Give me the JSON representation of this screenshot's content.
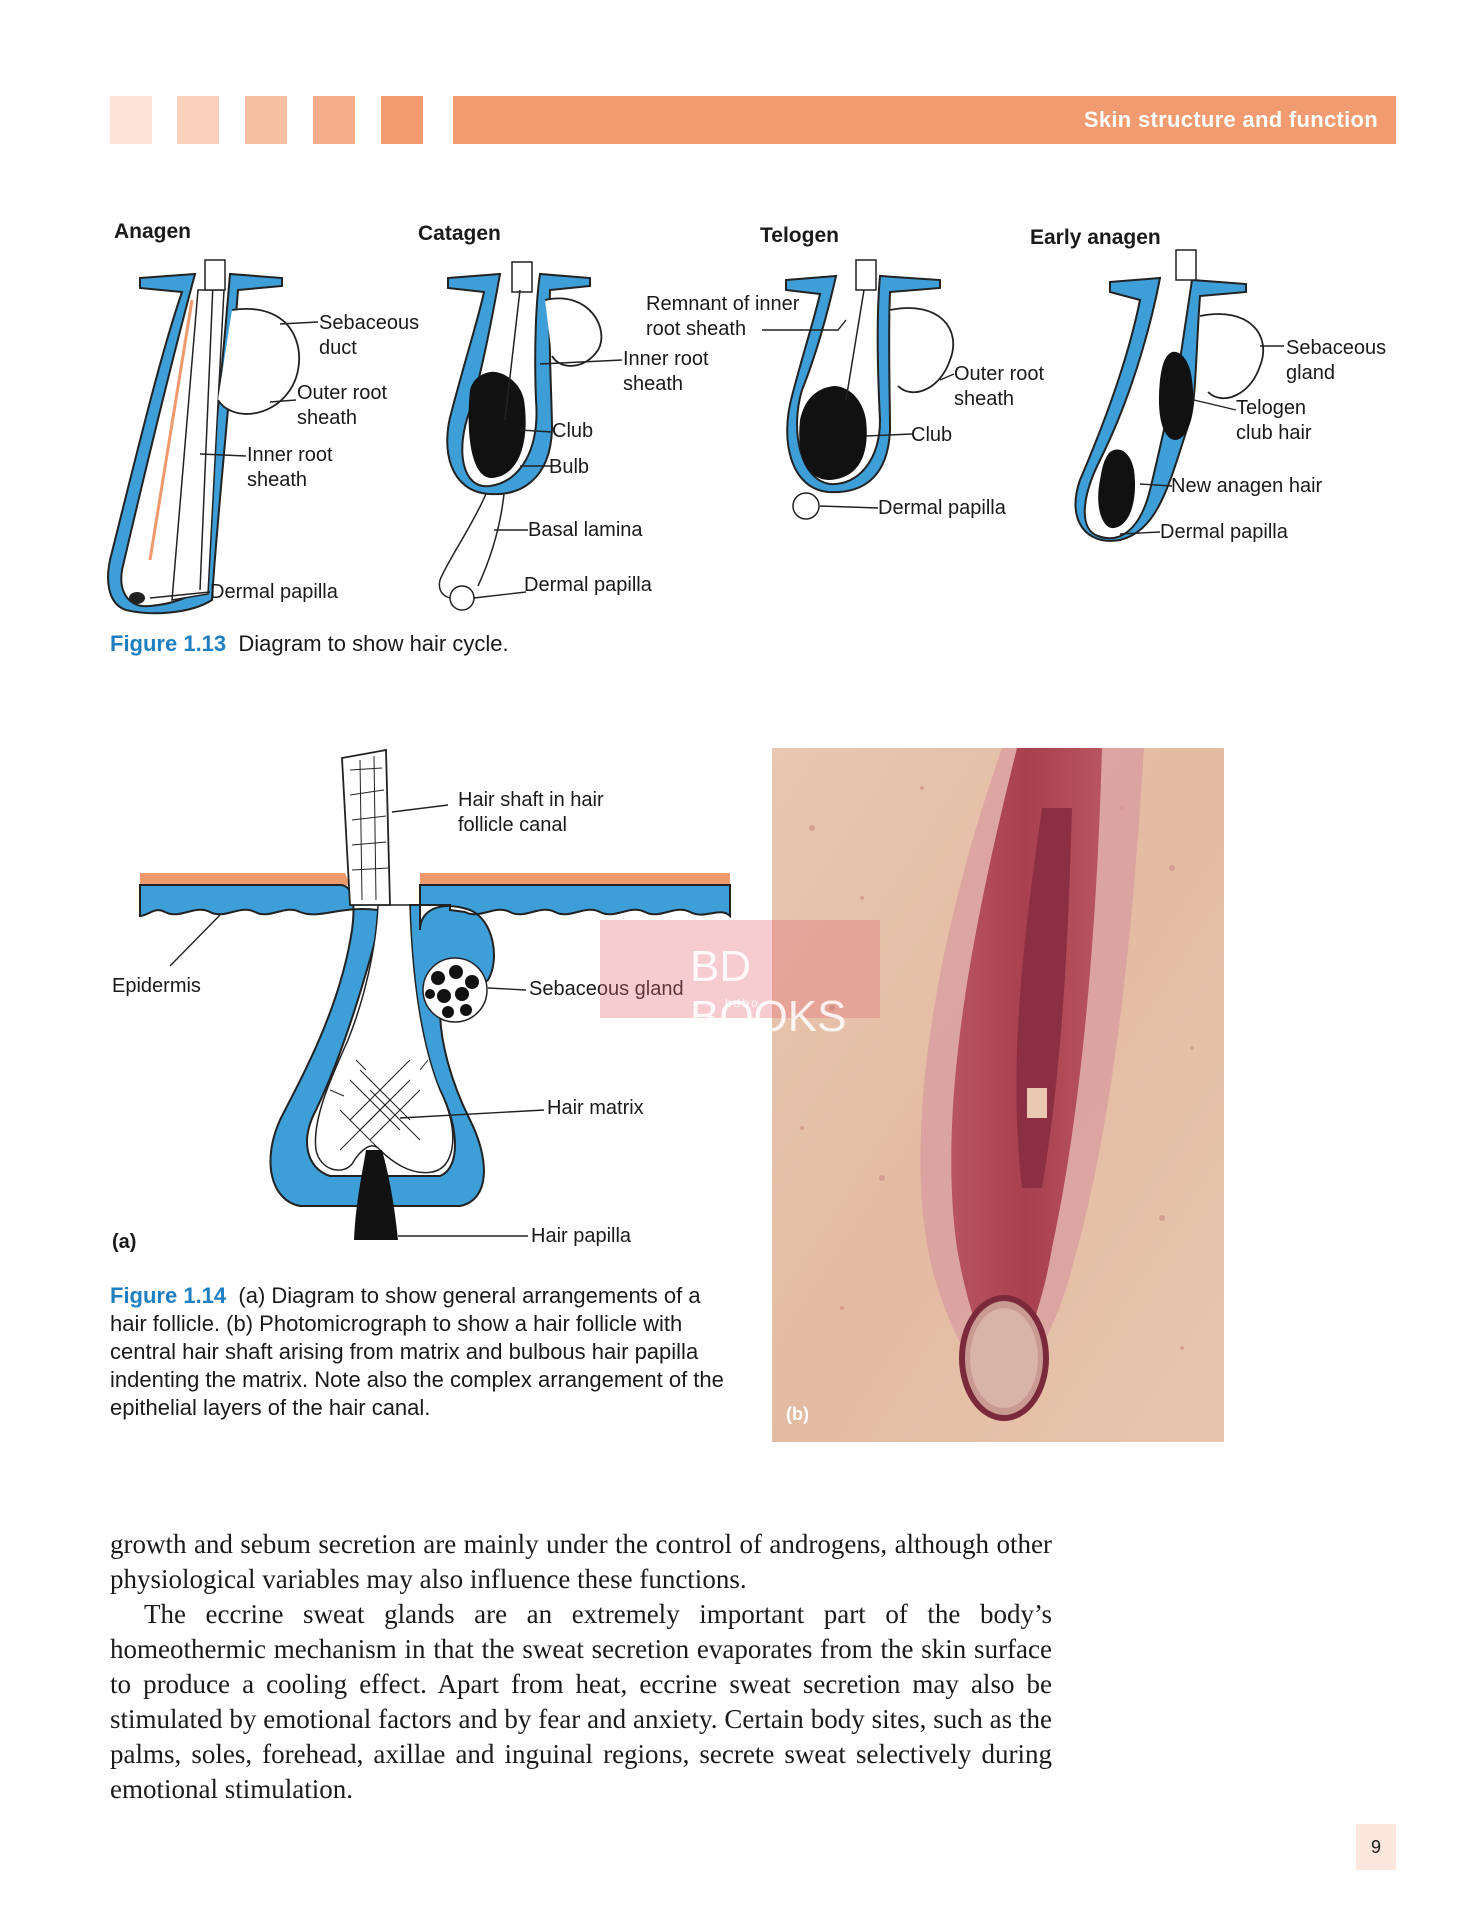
{
  "header": {
    "title": "Skin structure and function",
    "squares": [
      "#fde3d6",
      "#fbd1bc",
      "#f8c0a3",
      "#f5ad8b",
      "#f29a70"
    ],
    "bar_color": "#f29a70"
  },
  "figure_1_13": {
    "stages": {
      "anagen": "Anagen",
      "catagen": "Catagen",
      "telogen": "Telogen",
      "early_anagen": "Early anagen"
    },
    "labels": {
      "sebaceous_duct_1": "Sebaceous",
      "sebaceous_duct_2": "duct",
      "outer_root_a_1": "Outer root",
      "outer_root_a_2": "sheath",
      "inner_root_a_1": "Inner root",
      "inner_root_a_2": "sheath",
      "dermal_papilla_a": "Dermal papilla",
      "inner_root_c_1": "Inner root",
      "inner_root_c_2": "sheath",
      "club_c": "Club",
      "bulb_c": "Bulb",
      "basal_lamina": "Basal lamina",
      "dermal_papilla_c": "Dermal papilla",
      "remnant_1": "Remnant of inner",
      "remnant_2": "root sheath",
      "outer_root_t_1": "Outer root",
      "outer_root_t_2": "sheath",
      "club_t": "Club",
      "dermal_papilla_t": "Dermal papilla",
      "sebaceous_gland_e_1": "Sebaceous",
      "sebaceous_gland_e_2": "gland",
      "telogen_club_1": "Telogen",
      "telogen_club_2": "club hair",
      "new_anagen": "New anagen hair",
      "dermal_papilla_e": "Dermal papilla"
    },
    "caption_label": "Figure 1.13",
    "caption_text": "Diagram to show hair cycle."
  },
  "figure_1_14": {
    "labels": {
      "hair_shaft_1": "Hair shaft in hair",
      "hair_shaft_2": "follicle canal",
      "epidermis": "Epidermis",
      "sebaceous_gland": "Sebaceous gland",
      "hair_matrix": "Hair matrix",
      "hair_papilla": "Hair papilla",
      "panel_a": "(a)",
      "panel_b": "(b)"
    },
    "watermark": "BD BOOKS",
    "watermark_sub": "bdbo",
    "caption_label": "Figure 1.14",
    "caption_text": "(a) Diagram to show general arrangements of a hair follicle. (b) Photomicrograph to show a hair follicle with central hair shaft arising from matrix and bulbous hair papilla indenting the matrix. Note also the complex arrangement of the epithelial layers of the hair canal."
  },
  "body": {
    "para1": "growth and sebum secretion are mainly under the control of androgens, although other physiological variables may also influence these functions.",
    "para2": "The eccrine sweat glands are an extremely important part of the body’s homeothermic mechanism in that the sweat secretion evaporates from the skin surface to produce a cooling effect. Apart from heat, eccrine sweat secretion may also be stimulated by emotional factors and by fear and anxiety. Certain body sites, such as the palms, soles, forehead, axillae and inguinal regions, secrete sweat selectively during emotional stimulation."
  },
  "page_number": "9",
  "colors": {
    "follicle_blue": "#3e9fd8",
    "skin_orange": "#ef9a6c",
    "caption_blue": "#1f7fc0"
  }
}
